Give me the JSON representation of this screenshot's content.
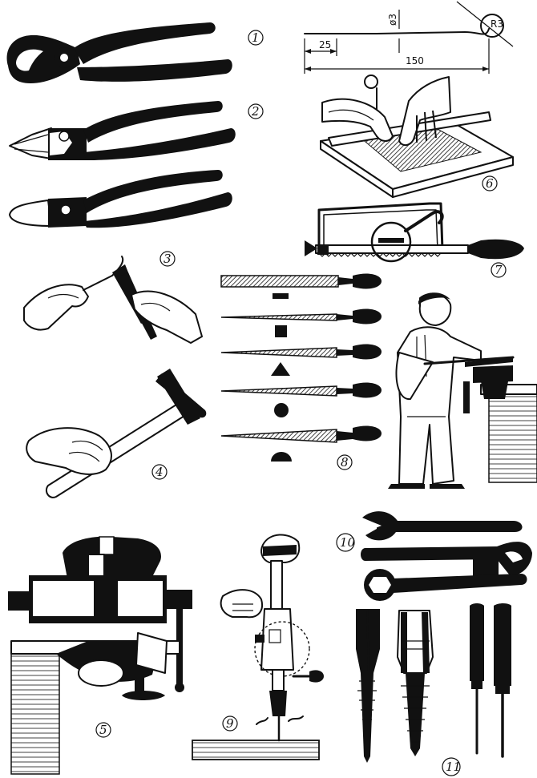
{
  "labels": {
    "n1": "1",
    "n2": "2",
    "n3": "3",
    "n4": "4",
    "n5": "5",
    "n6": "6",
    "n7": "7",
    "n8": "8",
    "n9": "9",
    "n10": "10",
    "n11": "11"
  },
  "dimensions": {
    "diameter": "ø3",
    "radius": "R3",
    "short_length": "25",
    "total_length": "150"
  },
  "file_profiles": [
    "rectangle",
    "square",
    "triangle",
    "circle",
    "half-circle"
  ]
}
